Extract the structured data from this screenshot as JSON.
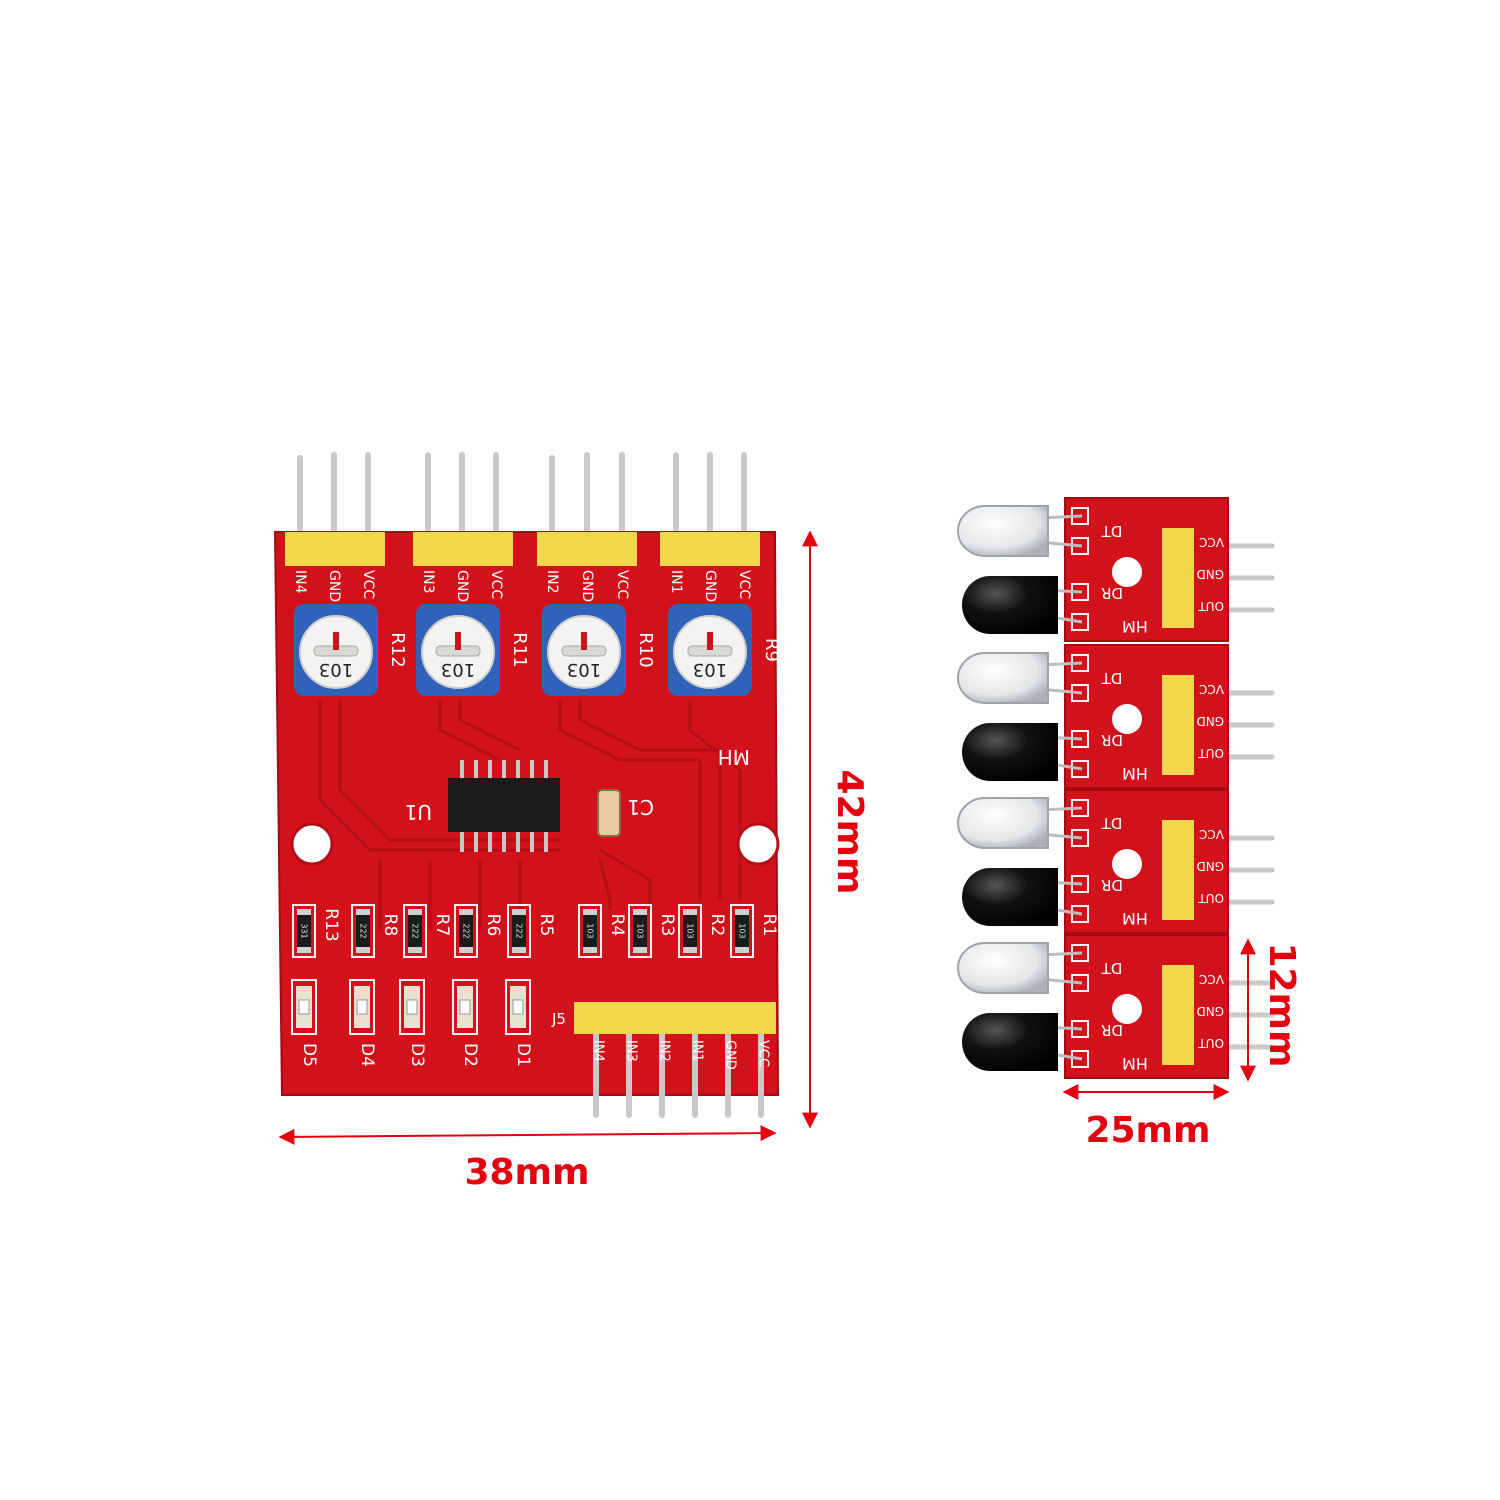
{
  "colors": {
    "background": "#ffffff",
    "pcb_red": "#d3111b",
    "pcb_trace": "#b50d16",
    "header_yellow": "#f2d64b",
    "pin_silver": "#c9c9c9",
    "pot_blue": "#2f62b8",
    "dimension_red": "#e3000f"
  },
  "main_board": {
    "header_pin_labels": [
      "IN4",
      "GND",
      "VCC",
      "IN3",
      "GND",
      "VCC",
      "IN2",
      "GND",
      "VCC",
      "IN1",
      "GND",
      "VCC"
    ],
    "potentiometer_labels": [
      "R12",
      "R11",
      "R10",
      "R9"
    ],
    "potentiometer_value": "103",
    "marking": "MH",
    "ic_label": "U1",
    "capacitor_label": "C1",
    "resistor_labels": [
      "R13",
      "R8",
      "R7",
      "R6",
      "R5",
      "R4",
      "R3",
      "R2",
      "R1"
    ],
    "resistor_codes": [
      "331",
      "222",
      "222",
      "222",
      "222",
      "103",
      "103",
      "103",
      "103"
    ],
    "led_labels": [
      "D5",
      "D4",
      "D3",
      "D2",
      "D1"
    ],
    "output_header_label": "J5",
    "output_pin_labels": [
      "IN4",
      "IN3",
      "IN2",
      "IN1",
      "GND",
      "VCC"
    ]
  },
  "sensor_module": {
    "count": 4,
    "pad_labels": [
      "DT",
      "DR"
    ],
    "marking": "HM",
    "pin_labels": [
      "VCC",
      "GND",
      "OUT"
    ]
  },
  "dimensions": {
    "board_width": "38mm",
    "board_height": "42mm",
    "sensor_width": "25mm",
    "sensor_height": "12mm"
  }
}
